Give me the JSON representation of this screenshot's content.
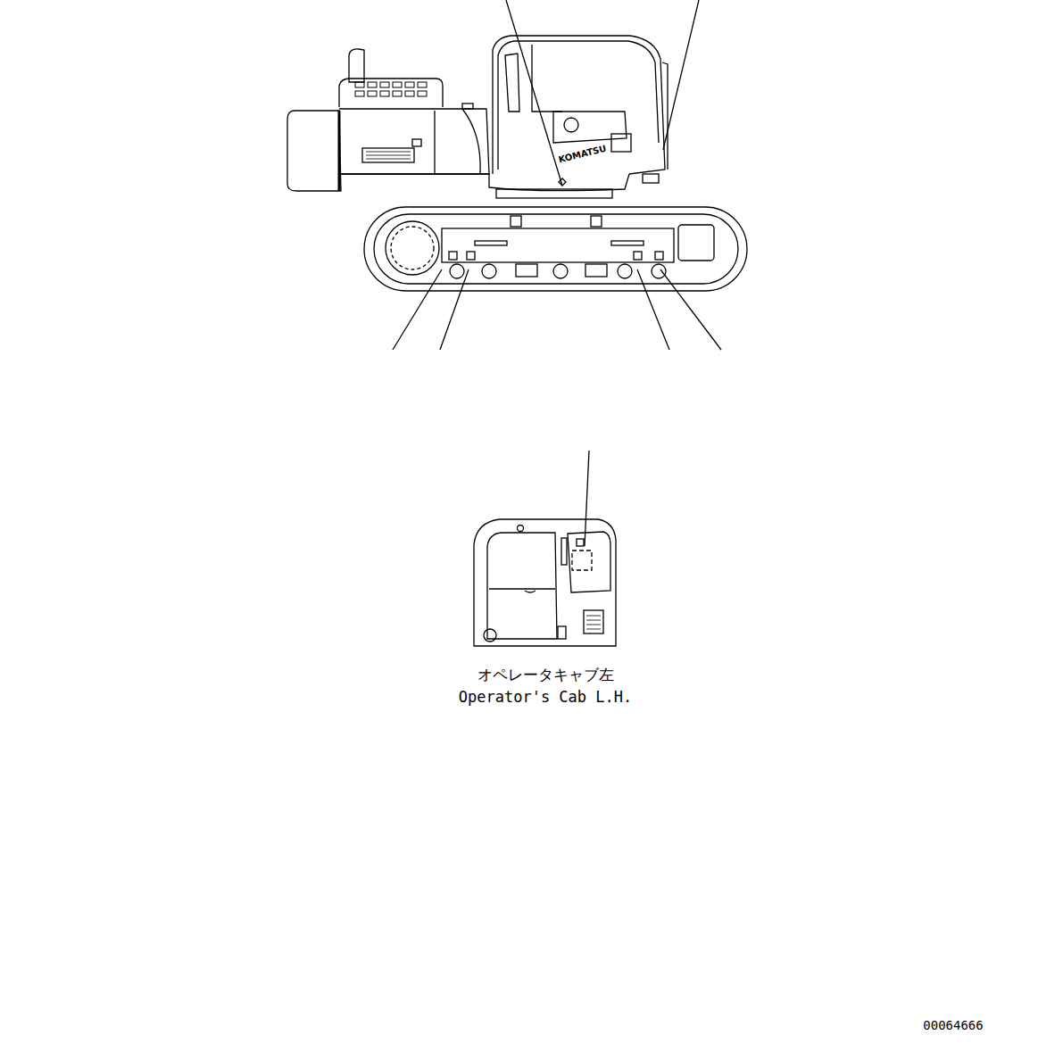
{
  "diagram": {
    "labels": [
      "KOMATSU",
      "オペレータキャブ左",
      "Operator's Cab L.H.",
      "00064666"
    ]
  }
}
